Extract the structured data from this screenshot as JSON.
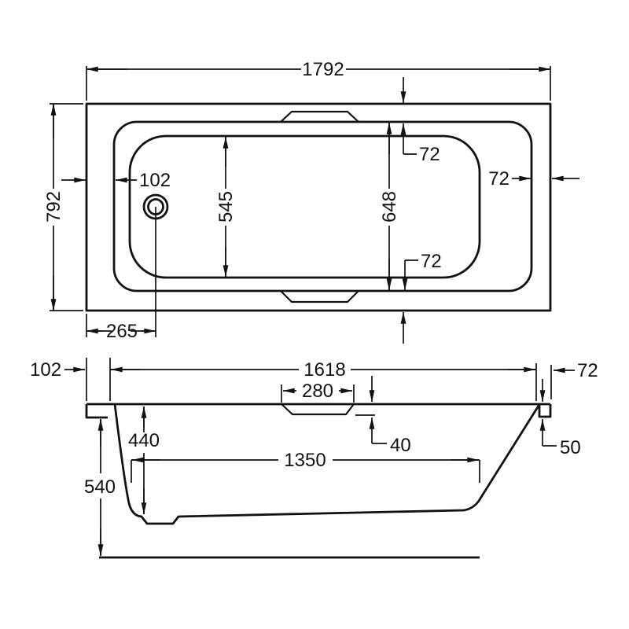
{
  "drawing_type": "bath technical dimension drawing",
  "plan_view": {
    "overall_length": "1792",
    "overall_width": "792",
    "rim_width_left": "102",
    "drain_offset": "265",
    "basin_bottom_width": "545",
    "basin_top_width": "648",
    "rim_width_top": "72",
    "rim_width_bottom": "72",
    "rim_width_right": "72"
  },
  "side_view": {
    "rim_overhang_left": "102",
    "basin_top_length": "1618",
    "grip_recess_width": "280",
    "grip_recess_depth": "40",
    "basin_depth": "440",
    "basin_bottom_length": "1350",
    "overall_height": "540",
    "rim_edge_height": "50",
    "rim_width_right": "72"
  },
  "colors": {
    "line": "#121212",
    "background": "#ffffff"
  }
}
